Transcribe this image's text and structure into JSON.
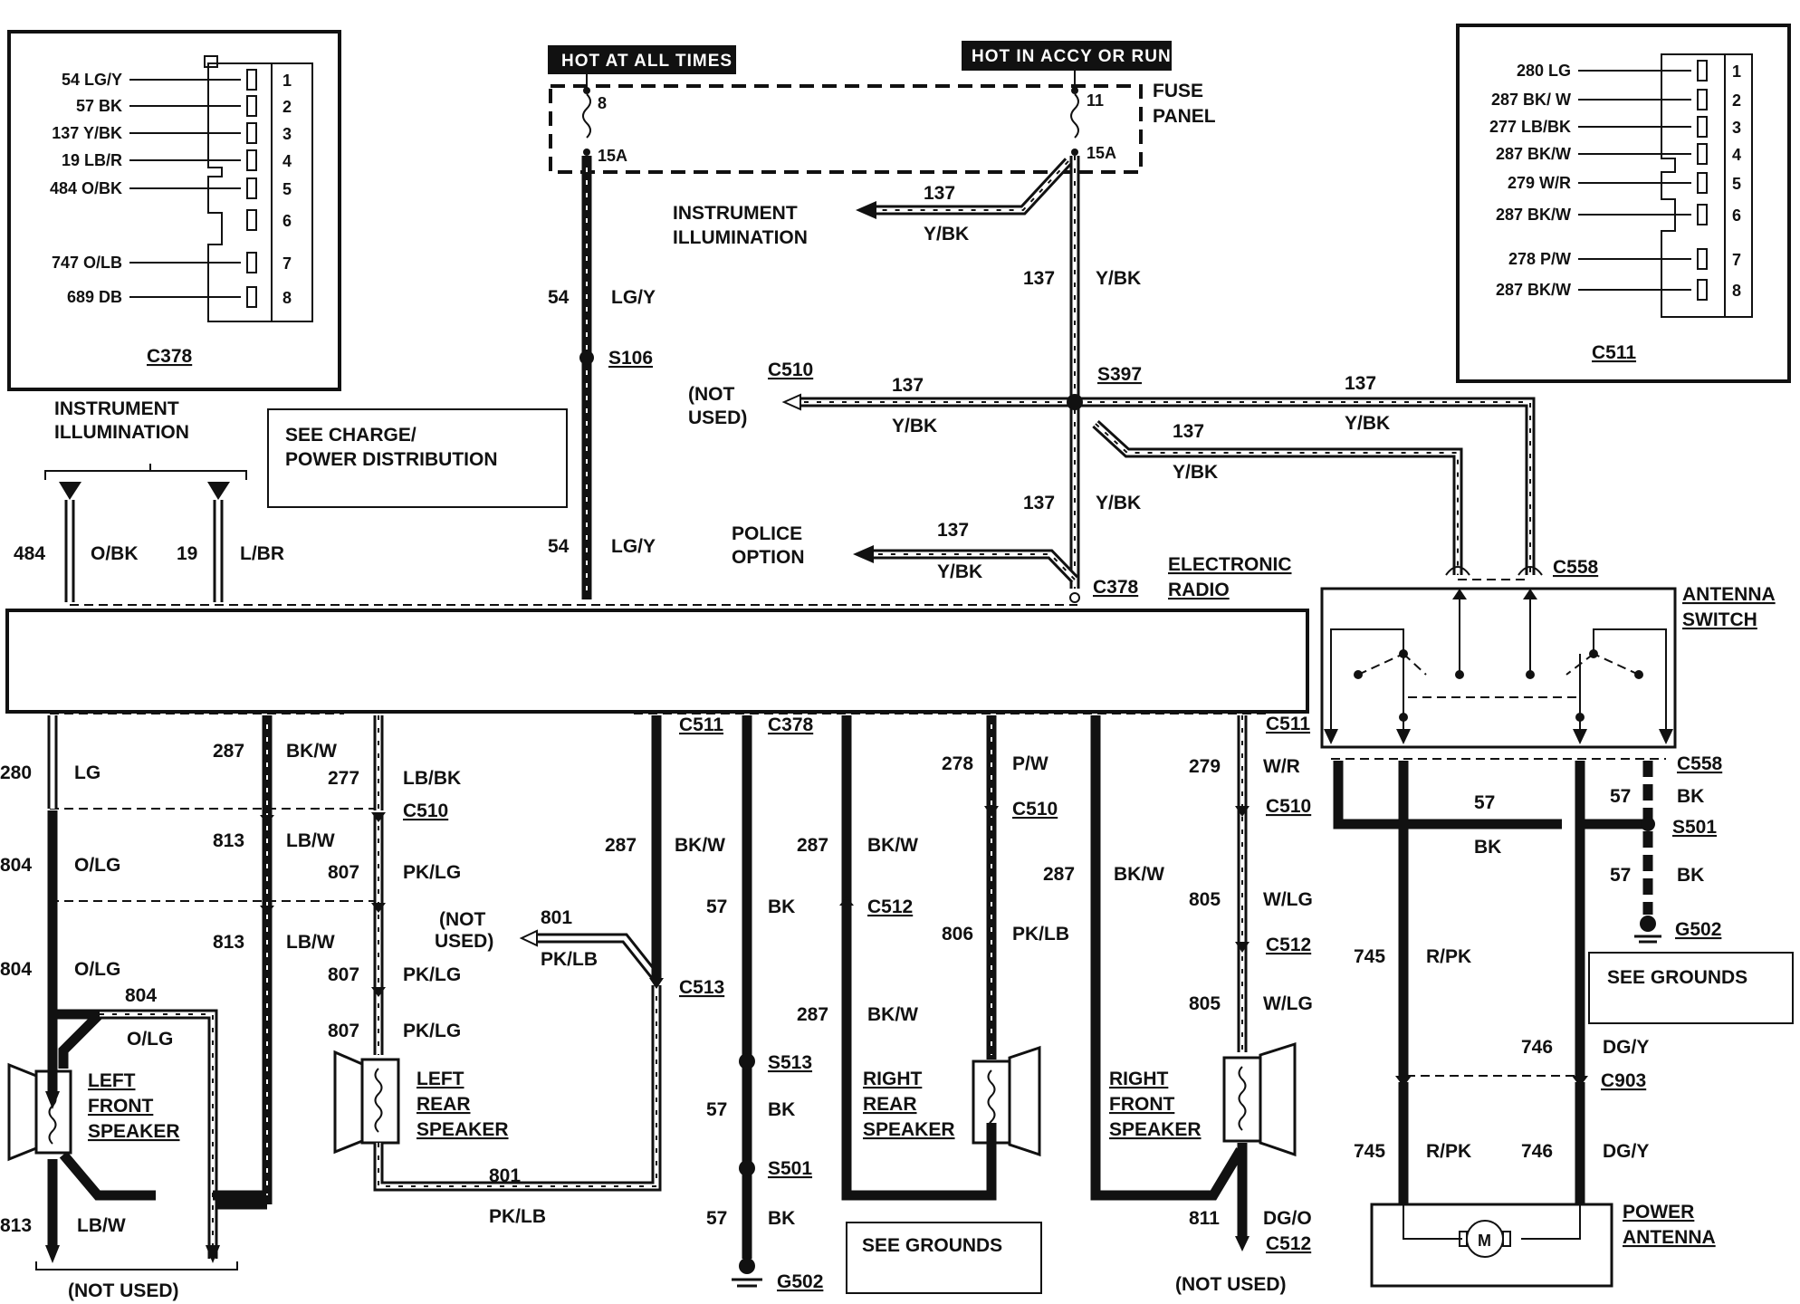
{
  "hot_at_all_times": "HOT AT ALL TIMES",
  "hot_in_accy": "HOT IN ACCY OR RUN",
  "fuse_panel": [
    "FUSE",
    "PANEL"
  ],
  "fuse_left": {
    "num": "8",
    "amp": "15A"
  },
  "fuse_right": {
    "num": "11",
    "amp": "15A"
  },
  "c378_box": {
    "title": "C378",
    "labels": [
      "54 LG/Y",
      "57 BK",
      "137 Y/BK",
      "19 LB/R",
      "484 O/BK",
      "747 O/LB",
      "689 DB"
    ],
    "pins": [
      "1",
      "2",
      "3",
      "4",
      "5",
      "6",
      "7",
      "8"
    ]
  },
  "c511_box": {
    "title": "C511",
    "labels": [
      "280 LG",
      "287 BK/ W",
      "277 LB/BK",
      "287 BK/W",
      "279 W/R",
      "287 BK/W",
      "278 P/W",
      "287 BK/W"
    ],
    "pins": [
      "1",
      "2",
      "3",
      "4",
      "5",
      "6",
      "7",
      "8"
    ]
  },
  "instrument_illumination_left": [
    "INSTRUMENT",
    "ILLUMINATION"
  ],
  "instrument_illumination_top": [
    "INSTRUMENT",
    "ILLUMINATION"
  ],
  "see_charge": [
    "SEE CHARGE/",
    "POWER DISTRIBUTION"
  ],
  "not_used_c510": [
    "(NOT",
    "USED)"
  ],
  "police_option": [
    "POLICE",
    "OPTION"
  ],
  "electronic_radio": [
    "ELECTRONIC",
    "RADIO"
  ],
  "antenna_switch": [
    "ANTENNA",
    "SWITCH"
  ],
  "power_antenna": [
    "POWER",
    "ANTENNA"
  ],
  "motor_symbol": "M",
  "see_grounds_1": "SEE GROUNDS",
  "see_grounds_2": "SEE GROUNDS",
  "not_used_bottom_left": "(NOT USED)",
  "not_used_bottom_right": "(NOT USED)",
  "not_used_801": [
    "(NOT",
    "USED)"
  ],
  "speakers": {
    "left_front": [
      "LEFT",
      "FRONT",
      "SPEAKER"
    ],
    "left_rear": [
      "LEFT",
      "REAR",
      "SPEAKER"
    ],
    "right_rear": [
      "RIGHT",
      "REAR",
      "SPEAKER"
    ],
    "right_front": [
      "RIGHT",
      "FRONT",
      "SPEAKER"
    ]
  },
  "connectors": {
    "s106": "S106",
    "s397": "S397",
    "c510_top": "C510",
    "c378_radio": "C378",
    "c558_top": "C558",
    "c558_bottom": "C558",
    "s501_right": "S501",
    "g502_right": "G502",
    "c903": "C903",
    "c511_a": "C511",
    "c378_b": "C378",
    "c511_b": "C511",
    "c510_a": "C510",
    "c510_b": "C510",
    "c510_c": "C510",
    "c512_a": "C512",
    "c512_b": "C512",
    "c512_c": "C512",
    "c513": "C513",
    "s513": "S513",
    "s501": "S501",
    "g502": "G502"
  },
  "wires": {
    "w137_illum": {
      "num": "137",
      "color": "Y/BK"
    },
    "w137_vert_top": {
      "num": "137",
      "color": "Y/BK"
    },
    "w137_notused": {
      "num": "137",
      "color": "Y/BK"
    },
    "w137_right_top": {
      "num": "137",
      "color": "Y/BK"
    },
    "w137_right_mid": {
      "num": "137",
      "color": "Y/BK"
    },
    "w137_vert_low": {
      "num": "137",
      "color": "Y/BK"
    },
    "w137_police": {
      "num": "137",
      "color": "Y/BK"
    },
    "w54_top": {
      "num": "54",
      "color": "LG/Y"
    },
    "w54_low": {
      "num": "54",
      "color": "LG/Y"
    },
    "w484": {
      "num": "484",
      "color": "O/BK"
    },
    "w19": {
      "num": "19",
      "color": "L/BR"
    },
    "w280": {
      "num": "280",
      "color": "LG"
    },
    "w804_a": {
      "num": "804",
      "color": "O/LG"
    },
    "w804_b": {
      "num": "804",
      "color": "O/LG"
    },
    "w804_c": {
      "num": "804",
      "color": "O/LG"
    },
    "w813_bottom": {
      "num": "813",
      "color": "LB/W"
    },
    "w287_a": {
      "num": "287",
      "color": "BK/W"
    },
    "w277": {
      "num": "277",
      "color": "LB/BK"
    },
    "w813_a": {
      "num": "813",
      "color": "LB/W"
    },
    "w807_a": {
      "num": "807",
      "color": "PK/LG"
    },
    "w813_b": {
      "num": "813",
      "color": "LB/W"
    },
    "w807_b": {
      "num": "807",
      "color": "PK/LG"
    },
    "w807_c": {
      "num": "807",
      "color": "PK/LG"
    },
    "w801_a": {
      "num": "801",
      "color": "PK/LB"
    },
    "w801_b": {
      "num": "801",
      "color": "PK/LB"
    },
    "w287_b": {
      "num": "287",
      "color": "BK/W"
    },
    "w57_a": {
      "num": "57",
      "color": "BK"
    },
    "w57_b": {
      "num": "57",
      "color": "BK"
    },
    "w57_c": {
      "num": "57",
      "color": "BK"
    },
    "w287_c": {
      "num": "287",
      "color": "BK/W"
    },
    "w287_d": {
      "num": "287",
      "color": "BK/W"
    },
    "w278": {
      "num": "278",
      "color": "P/W"
    },
    "w806": {
      "num": "806",
      "color": "PK/LB"
    },
    "w287_e": {
      "num": "287",
      "color": "BK/W"
    },
    "w279": {
      "num": "279",
      "color": "W/R"
    },
    "w805_a": {
      "num": "805",
      "color": "W/LG"
    },
    "w805_b": {
      "num": "805",
      "color": "W/LG"
    },
    "w811": {
      "num": "811",
      "color": "DG/O"
    },
    "w57_ant": {
      "num": "57",
      "color": "BK"
    },
    "w57_r1": {
      "num": "57",
      "color": "BK"
    },
    "w57_r2": {
      "num": "57",
      "color": "BK"
    },
    "w745_a": {
      "num": "745",
      "color": "R/PK"
    },
    "w746_a": {
      "num": "746",
      "color": "DG/Y"
    },
    "w745_b": {
      "num": "745",
      "color": "R/PK"
    },
    "w746_b": {
      "num": "746",
      "color": "DG/Y"
    }
  }
}
